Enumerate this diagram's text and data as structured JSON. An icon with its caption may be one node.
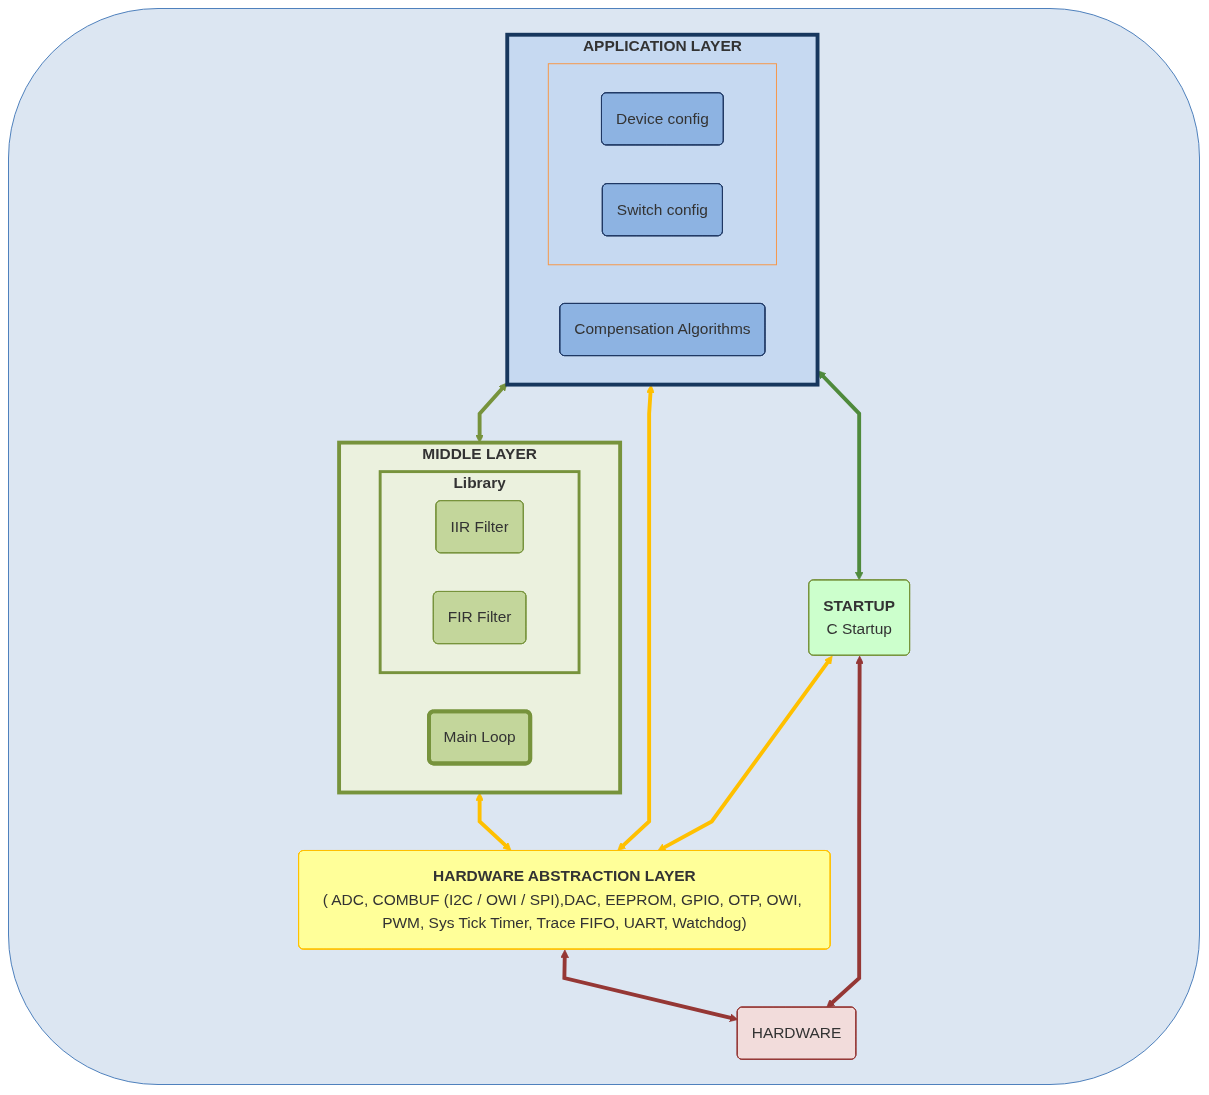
{
  "diagram": {
    "nodes": [
      {
        "text": [
          "APPLICATION LAYER"
        ]
      },
      {
        "text": [
          "Compensation Algorithms"
        ],
        "in": 0
      },
      {
        "text": [],
        "shape": "box",
        "in": 0
      },
      {
        "text": [
          "Device config"
        ],
        "in": 2
      },
      {
        "text": [
          "Switch config"
        ],
        "in": 2
      },
      {
        "text": [
          "MIDDLE LAYER"
        ]
      },
      {
        "text": [
          "Library"
        ],
        "in": 5
      },
      {
        "text": [
          "IIR Filter"
        ],
        "in": 6
      },
      {
        "text": [
          "FIR Filter"
        ],
        "in": 6
      },
      {
        "text": [
          "Main Loop"
        ],
        "in": 5
      },
      {
        "text": [
          "STARTUP",
          "C Startup"
        ]
      },
      {
        "text": [
          "HARDWARE ABSTRACTION LAYER",
          "( ADC, COMBUF (I2C / OWI / SPI),DAC, EEPROM, GPIO, OTP, OWI, PWM, Sys Tick Timer, Trace FIFO, UART, Watchdog)"
        ]
      },
      {
        "text": [
          "HARDWARE"
        ]
      }
    ],
    "edges": [
      {
        "from": 0,
        "to": 5,
        "arrow": "both",
        "color": "#77933c"
      },
      {
        "from": 0,
        "to": 11,
        "arrow": "both",
        "color": "#ffc000"
      },
      {
        "from": 0,
        "to": 10,
        "arrow": "both",
        "color": "#4f8a3c"
      },
      {
        "from": 5,
        "to": 11,
        "arrow": "both",
        "color": "#ffc000"
      },
      {
        "from": 10,
        "to": 11,
        "arrow": "both",
        "color": "#ffc000"
      },
      {
        "from": 11,
        "to": 12,
        "arrow": "both",
        "color": "#953735"
      },
      {
        "from": 10,
        "to": 12,
        "arrow": "both",
        "color": "#953735"
      }
    ]
  }
}
